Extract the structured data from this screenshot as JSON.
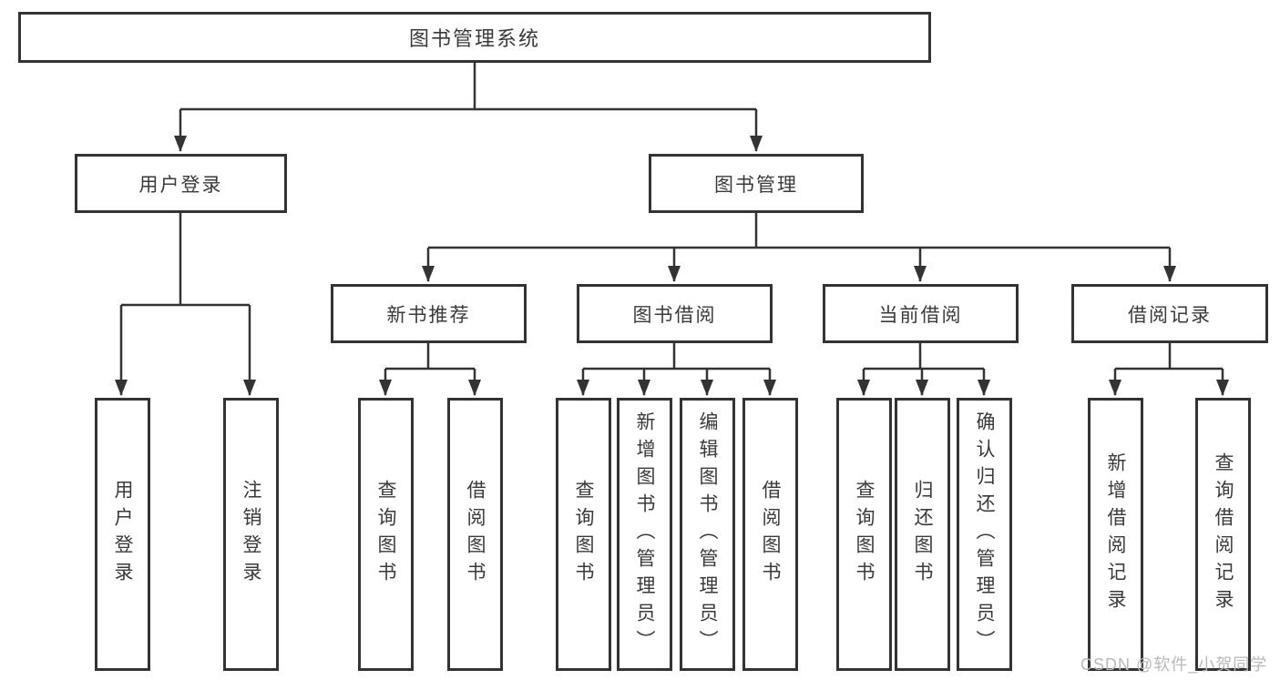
{
  "diagram": {
    "colors": {
      "line": "#333333",
      "box_border": "#333333",
      "text": "#3a3a3a",
      "watermark": "#b9b9b9",
      "background": "#ffffff"
    },
    "tree": {
      "root": {
        "label": "图书管理系统"
      },
      "branches": [
        {
          "label": "用户登录",
          "children": [
            {
              "label": "用户登录"
            },
            {
              "label": "注销登录"
            }
          ]
        },
        {
          "label": "图书管理",
          "children": [
            {
              "label": "新书推荐",
              "children": [
                {
                  "label": "查询图书"
                },
                {
                  "label": "借阅图书"
                }
              ]
            },
            {
              "label": "图书借阅",
              "children": [
                {
                  "label": "查询图书"
                },
                {
                  "label": "新增图书（管理员）"
                },
                {
                  "label": "编辑图书（管理员）"
                },
                {
                  "label": "借阅图书"
                }
              ]
            },
            {
              "label": "当前借阅",
              "children": [
                {
                  "label": "查询图书"
                },
                {
                  "label": "归还图书"
                },
                {
                  "label": "确认归还（管理员）"
                }
              ]
            },
            {
              "label": "借阅记录",
              "children": [
                {
                  "label": "新增借阅记录"
                },
                {
                  "label": "查询借阅记录"
                }
              ]
            }
          ]
        }
      ]
    },
    "watermark": {
      "text": "CSDN @软件_小贺同学"
    }
  }
}
